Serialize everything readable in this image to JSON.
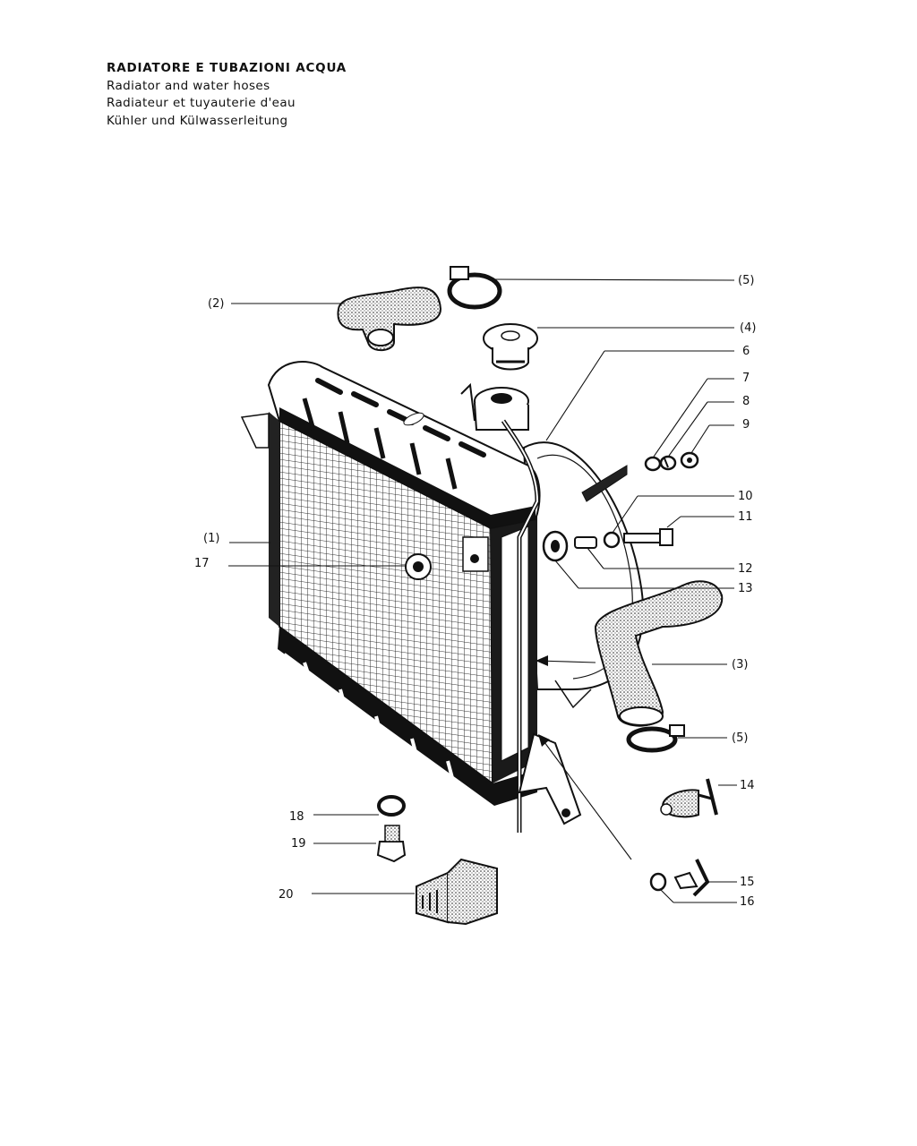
{
  "title": {
    "it": "RADIATORE E TUBAZIONI ACQUA",
    "en": "Radiator and water hoses",
    "fr": "Radiateur et tuyauterie d'eau",
    "de": "Kühler und Külwasserleitung"
  },
  "callouts": {
    "c1": "(1)",
    "c2": "(2)",
    "c3": "(3)",
    "c4": "(4)",
    "c5a": "(5)",
    "c5b": "(5)",
    "c6": "6",
    "c7": "7",
    "c8": "8",
    "c9": "9",
    "c10": "10",
    "c11": "11",
    "c12": "12",
    "c13": "13",
    "c14": "14",
    "c15": "15",
    "c16": "16",
    "c17": "17",
    "c18": "18",
    "c19": "19",
    "c20": "20"
  },
  "colors": {
    "ink": "#111111",
    "paper": "#ffffff"
  }
}
